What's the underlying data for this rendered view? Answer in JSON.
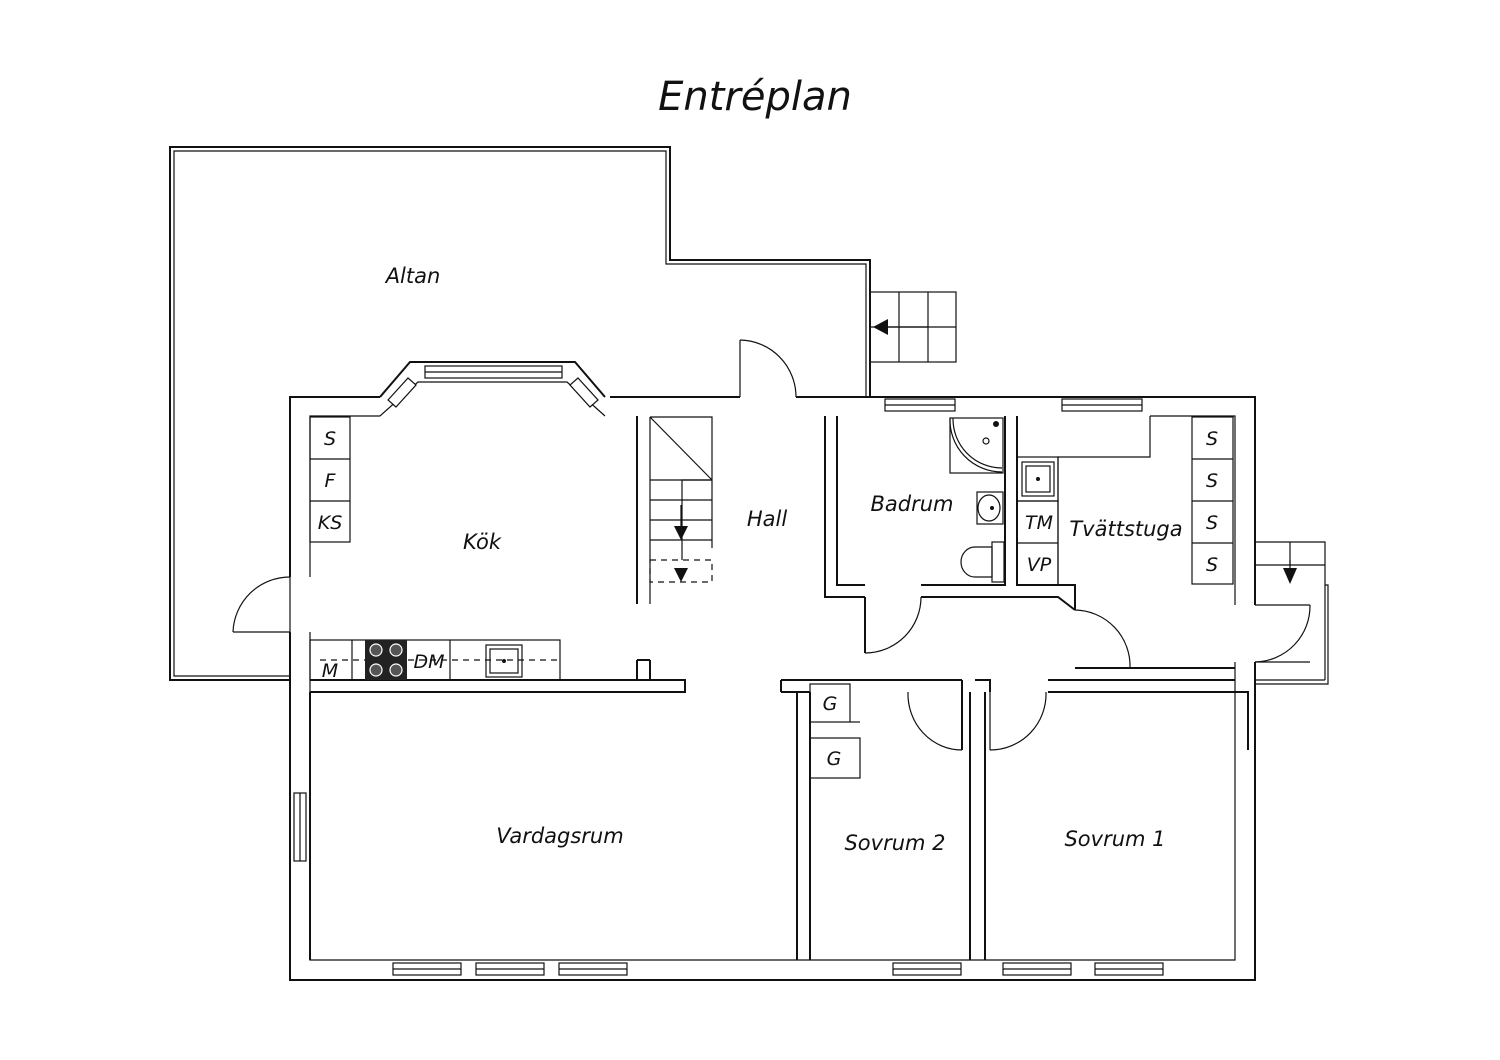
{
  "title": "Entréplan",
  "rooms": {
    "altan": "Altan",
    "kok": "Kök",
    "hall": "Hall",
    "badrum": "Badrum",
    "tvattstuga": "Tvättstuga",
    "vardagsrum": "Vardagsrum",
    "sovrum2": "Sovrum 2",
    "sovrum1": "Sovrum 1"
  },
  "fixtures": {
    "kok_cabinets": [
      "S",
      "F",
      "KS"
    ],
    "kok_counter": [
      "M",
      "DM"
    ],
    "tvatt_left": [
      "TM",
      "VP"
    ],
    "tvatt_right": [
      "S",
      "S",
      "S",
      "S"
    ],
    "garderober": [
      "G",
      "G"
    ]
  },
  "icons": [
    "stair-arrow-icon",
    "stove-icon",
    "sink-icon",
    "shower-icon",
    "toilet-icon",
    "door-swing-icon",
    "window-icon"
  ]
}
